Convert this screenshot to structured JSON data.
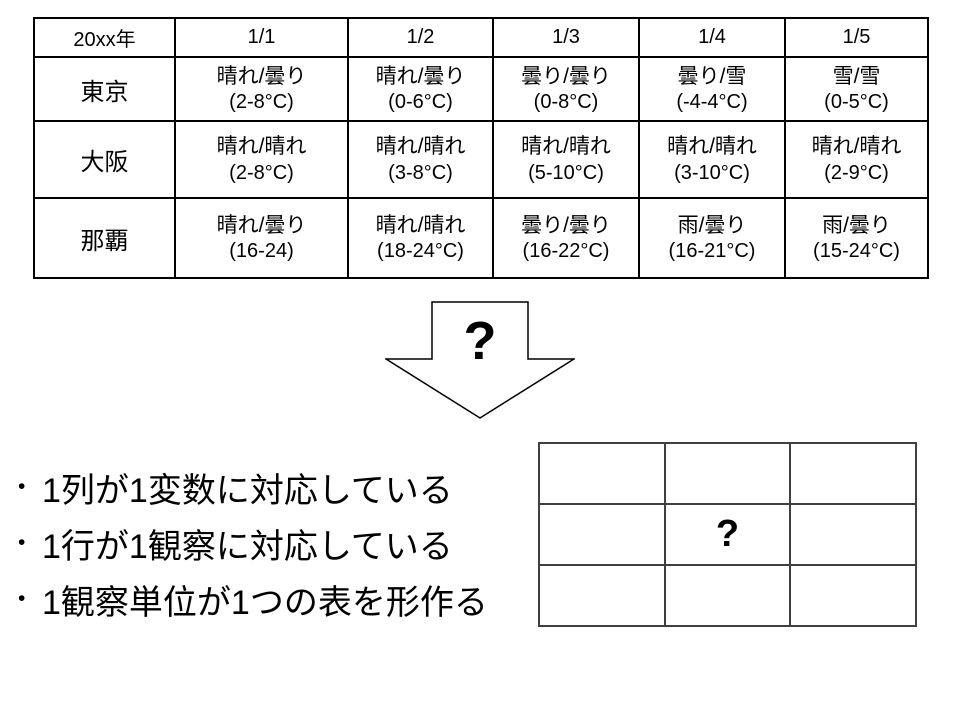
{
  "slide": {
    "background": "#ffffff",
    "text_color": "#000000"
  },
  "weather_table": {
    "border_color": "#000000",
    "headers": [
      "20xx年",
      "1/1",
      "1/2",
      "1/3",
      "1/4",
      "1/5"
    ],
    "rows": [
      {
        "city": "東京",
        "cells": [
          {
            "weather": "晴れ/曇り",
            "temp": "(2-8°C)"
          },
          {
            "weather": "晴れ/曇り",
            "temp": "(0-6°C)"
          },
          {
            "weather": "曇り/曇り",
            "temp": "(0-8°C)"
          },
          {
            "weather": "曇り/雪",
            "temp": "(-4-4°C)"
          },
          {
            "weather": "雪/雪",
            "temp": "(0-5°C)"
          }
        ]
      },
      {
        "city": "大阪",
        "cells": [
          {
            "weather": "晴れ/晴れ",
            "temp": "(2-8°C)"
          },
          {
            "weather": "晴れ/晴れ",
            "temp": "(3-8°C)"
          },
          {
            "weather": "晴れ/晴れ",
            "temp": "(5-10°C)"
          },
          {
            "weather": "晴れ/晴れ",
            "temp": "(3-10°C)"
          },
          {
            "weather": "晴れ/晴れ",
            "temp": "(2-9°C)"
          }
        ]
      },
      {
        "city": "那覇",
        "cells": [
          {
            "weather": "晴れ/曇り",
            "temp": "(16-24)"
          },
          {
            "weather": "晴れ/晴れ",
            "temp": "(18-24°C)"
          },
          {
            "weather": "曇り/曇り",
            "temp": "(16-22°C)"
          },
          {
            "weather": "雨/曇り",
            "temp": "(16-21°C)"
          },
          {
            "weather": "雨/曇り",
            "temp": "(15-24°C)"
          }
        ]
      }
    ]
  },
  "arrow": {
    "label": "?",
    "fill": "#ffffff",
    "outline": "#000000"
  },
  "bullets": {
    "marker": "•",
    "items": [
      "1列が1変数に対応している",
      "1行が1観察に対応している",
      "1観察単位が1つの表を形作る"
    ]
  },
  "mini_table": {
    "border_color": "#3f3f3f",
    "center_label": "?"
  }
}
